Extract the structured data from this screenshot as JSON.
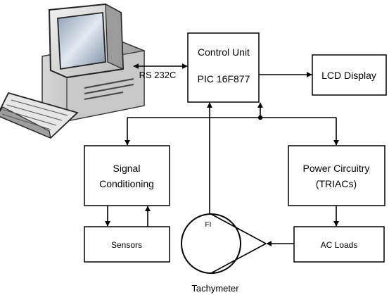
{
  "blocks": {
    "control_unit": {
      "line1": "Control Unit",
      "line2": "PIC 16F877"
    },
    "lcd_display": {
      "label": "LCD Display"
    },
    "signal_conditioning": {
      "line1": "Signal",
      "line2": "Conditioning"
    },
    "power_circuitry": {
      "line1": "Power Circuitry",
      "line2": "(TRIACs)"
    },
    "sensors": {
      "label": "Sensors"
    },
    "ac_loads": {
      "label": "AC Loads"
    }
  },
  "links": {
    "rs232": "RS 232C"
  },
  "tachymeter": {
    "label": "Tachymeter",
    "pulley_tag": "FI"
  },
  "icons": {
    "computer": "desktop-computer-icon"
  }
}
